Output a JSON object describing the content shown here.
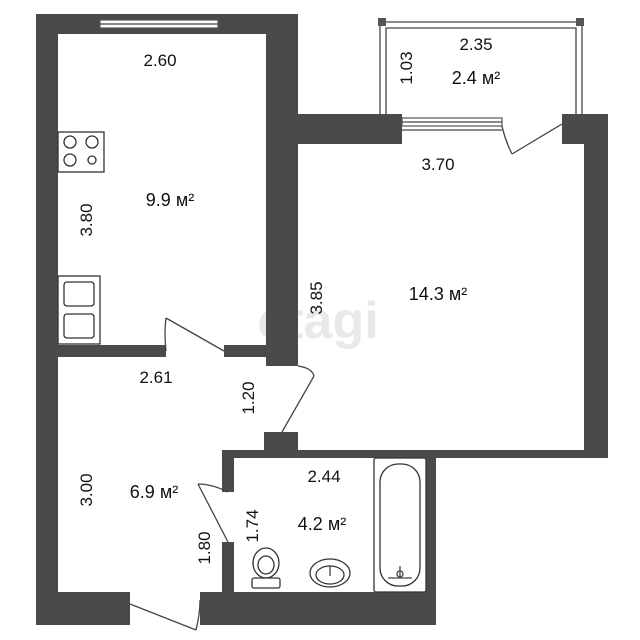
{
  "watermark": "etagi",
  "rooms": {
    "kitchen": {
      "area": "9.9 м²",
      "width": "2.60",
      "length": "3.80"
    },
    "living_room": {
      "area": "14.3 м²",
      "width": "3.70",
      "length": "3.85"
    },
    "balcony": {
      "area": "2.4 м²",
      "width": "2.35",
      "depth": "1.03"
    },
    "hallway": {
      "area": "6.9 м²",
      "width": "2.61",
      "depth": "1.20",
      "length": "3.00",
      "entry": "1.80"
    },
    "bathroom": {
      "area": "4.2 м²",
      "width": "2.44",
      "depth": "1.74"
    }
  },
  "colors": {
    "wall": "#4a4a4a",
    "background": "#ffffff"
  }
}
